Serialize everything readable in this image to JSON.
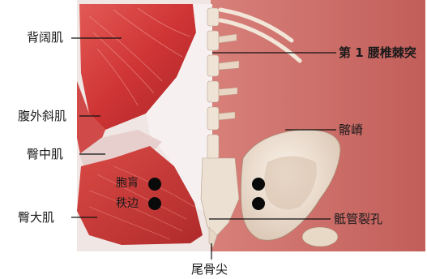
{
  "labels": {
    "latissimus_dorsi": "背阔肌",
    "external_oblique": "腹外斜肌",
    "gluteus_medius": "臀中肌",
    "gluteus_maximus": "臀大肌",
    "l1_spinous_process": "第 1 腰椎棘突",
    "iliac_crest": "髂嵴",
    "sacral_hiatus": "骶管裂孔",
    "coccyx_tip": "尾骨尖",
    "point_baohuang": "胞肓",
    "point_zhibian": "秩边"
  },
  "colors": {
    "muscle": "#d8403e",
    "muscle_dark": "#a92528",
    "fascia": "#f3ecec",
    "bone": "#efe2d4",
    "background_right": "#c9706c",
    "marker": "#0a0a0a"
  }
}
